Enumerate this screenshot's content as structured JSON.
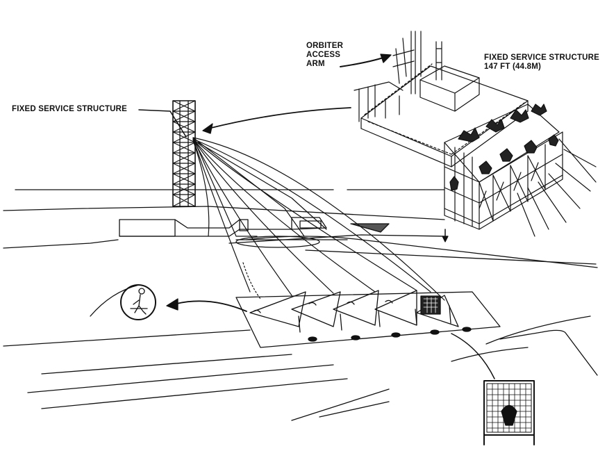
{
  "labels": {
    "fixed_service_structure_left": "FIXED SERVICE STRUCTURE",
    "orbiter_access_arm": [
      "ORBITER",
      "ACCESS",
      "ARM"
    ],
    "fixed_service_structure_right": [
      "FIXED SERVICE STRUCTURE",
      "147 FT (44.8M)"
    ]
  },
  "colors": {
    "ink": "#111111",
    "background": "#ffffff"
  }
}
